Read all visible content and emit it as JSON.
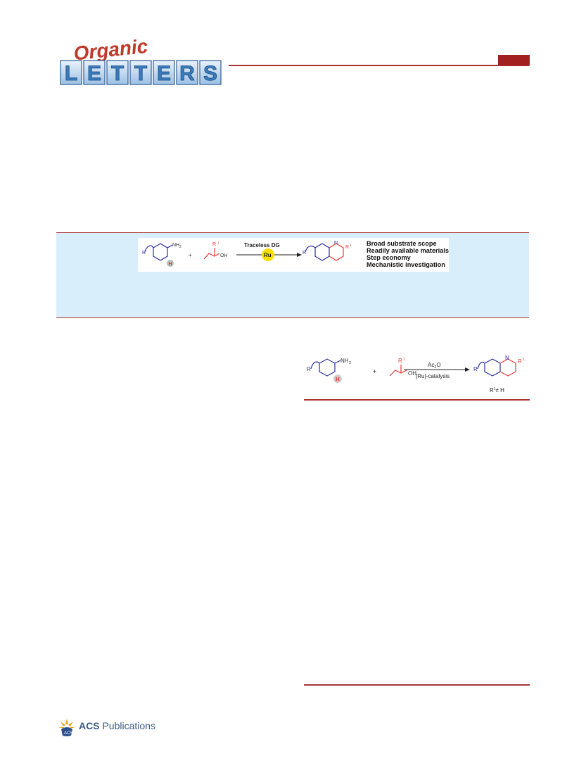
{
  "journal": {
    "logo_script": "Organic",
    "logo_letters": [
      "L",
      "E",
      "T",
      "T",
      "E",
      "R",
      "S"
    ]
  },
  "toc": {
    "dg_label": "Traceless DG",
    "catalyst": "Ru",
    "bullets": [
      "Broad substrate scope",
      "Readily available materials",
      "Step economy",
      "Mechanistic investigation"
    ],
    "colors": {
      "blue": "#2b2f9c",
      "red": "#e53935",
      "highlight": "#f6e200"
    }
  },
  "scheme": {
    "reagent": "Ac2O",
    "catalysis": "[Ru]-catalysis",
    "condition": "R1≠ H"
  },
  "footer": {
    "publisher_bold": "ACS",
    "publisher_rest": " Publications"
  },
  "colors": {
    "rule": "#a83232",
    "band": "#d9eefb",
    "logo_blue": "#3a7bbf"
  }
}
